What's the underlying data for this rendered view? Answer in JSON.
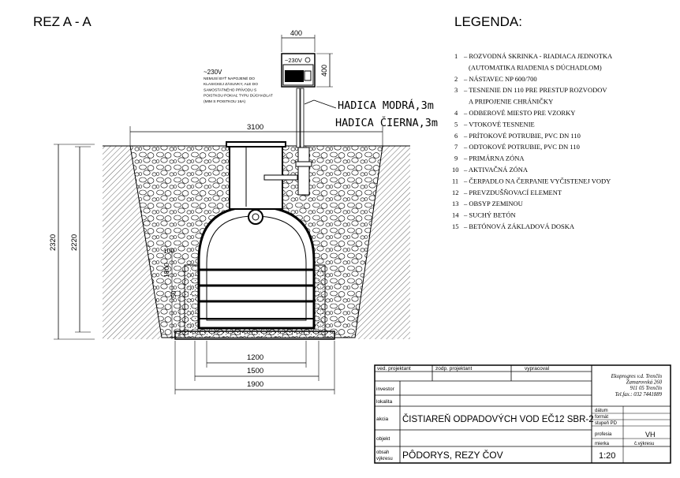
{
  "section_title": "REZ A - A",
  "legend_title": "LEGENDA:",
  "legend_items": [
    {
      "num": "1",
      "text": "– ROZVODNÁ SKRINKA - RIADIACA JEDNOTKA"
    },
    {
      "num": "",
      "text": "(AUTOMATIKA RIADENIA S DÚCHADLOM)"
    },
    {
      "num": "2",
      "text": "– NÁSTAVEC NP 600/700"
    },
    {
      "num": "3",
      "text": "– TESNENIE DN 110 PRE PRESTUP ROZVODOV"
    },
    {
      "num": "",
      "text": "A PRIPOJENIE CHRÁNIČKY"
    },
    {
      "num": "4",
      "text": "– ODBEROVÉ MIESTO PRE VZORKY"
    },
    {
      "num": "5",
      "text": "– VTOKOVÉ TESNENIE"
    },
    {
      "num": "6",
      "text": "– PRÍTOKOVÉ POTRUBIE, PVC DN 110"
    },
    {
      "num": "7",
      "text": "– ODTOKOVÉ POTRUBIE, PVC DN 110"
    },
    {
      "num": "9",
      "text": "– PRIMÁRNA ZÓNA"
    },
    {
      "num": "10",
      "text": "– AKTIVAČNÁ ZÓNA"
    },
    {
      "num": "11",
      "text": "– ČERPADLO NA ČERPANIE VYČISTENEJ VODY"
    },
    {
      "num": "12",
      "text": "– PREVZDUŠŇOVACÍ ELEMENT"
    },
    {
      "num": "13",
      "text": "– OBSYP ZEMINOU"
    },
    {
      "num": "14",
      "text": "– SUCHÝ BETÓN"
    },
    {
      "num": "15",
      "text": "– BETÓNOVÁ ZÁKLADOVÁ DOSKA"
    }
  ],
  "drawing": {
    "dim_box_width": "400",
    "dim_box_height": "400",
    "box_label": "~230V",
    "voltage_note_title": "~230V",
    "voltage_note_lines": [
      "NEMUSÍ BYŤ NAPOJENÉ DO",
      "KLASICKEJ ZÁSUVKY, ALE DO",
      "SAMOSTATNÉHO PRÍVODU S",
      "POISTKOU POKIAĽ TYPU DÚCHADLAT",
      "(MIM S POISTKOU 16A)"
    ],
    "hose_blue": "HADICA MODRÁ,3m",
    "hose_black": "HADICA ČIERNA,3m",
    "dim_3100": "3100",
    "dim_2320": "2320",
    "dim_2220": "2220",
    "dim_1500_v": "1500",
    "dim_100": "100",
    "dim_50": "50",
    "dim_1200": "1200",
    "dim_1500": "1500",
    "dim_1900": "1900"
  },
  "title_block": {
    "ved_projektant": "ved. projektant",
    "zodp_projektant": "zodp. projektant",
    "vypracoval": "vypracoval",
    "company_lines": [
      "Ekoprogres v.d. Trenčín",
      "Zamarovská 260",
      "911 05 Trenčín",
      "Tel.fax.: 032 7441889"
    ],
    "investor": "investor",
    "lokalita": "lokalita",
    "akcia": "akcia",
    "akcia_value": "ČISTIAREŇ ODPADOVÝCH VOD  EČ12 SBR-2",
    "objekt": "objekt",
    "obsah_line1": "obsah",
    "obsah_line2": "výkresu",
    "obsah_value": "PÔDORYS, REZY ČOV",
    "datum": "dátum",
    "format": "formát",
    "stupen": "stupeň PD",
    "profesia": "profesia",
    "profesia_value": "VH",
    "mierka": "mierka",
    "mierka_value": "1:20",
    "cislo_vykresu": "č.výkresu"
  }
}
